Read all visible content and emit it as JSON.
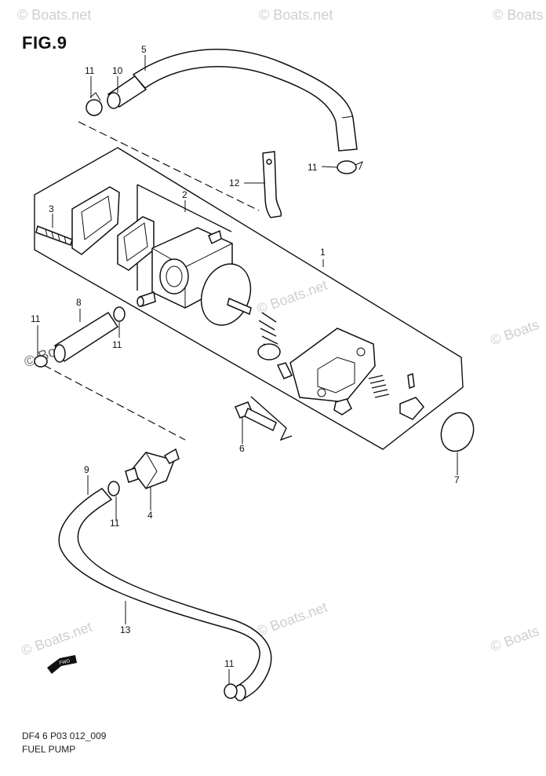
{
  "figure": {
    "title": "FIG.9",
    "code": "DF4 6 P03 012_009",
    "name": "FUEL PUMP"
  },
  "watermark": {
    "text": "© Boats.net",
    "faint_text": "© Boats.net",
    "partial_text": "© Boats"
  },
  "fwd_label": "FWD",
  "callouts": {
    "c1": "1",
    "c2": "2",
    "c3": "3",
    "c4": "4",
    "c5": "5",
    "c6": "6",
    "c7": "7",
    "c8": "8",
    "c9": "9",
    "c10": "10",
    "c11": "11",
    "c12": "12",
    "c13": "13"
  }
}
